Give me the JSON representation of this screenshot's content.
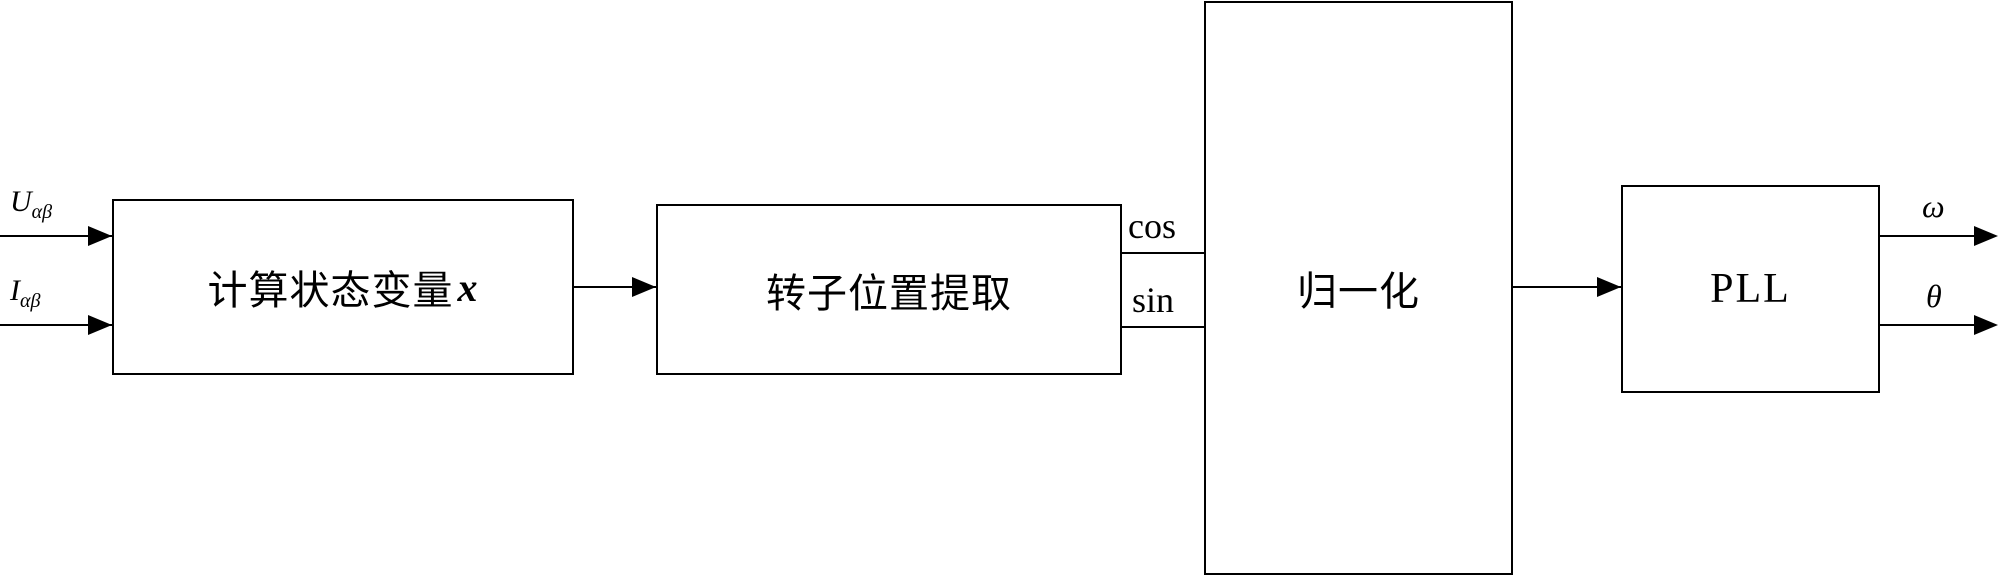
{
  "diagram": {
    "background_color": "#ffffff",
    "line_color": "#000000",
    "blocks": [
      {
        "id": "calc-state-variable",
        "label": "计算状态变量",
        "var": "x"
      },
      {
        "id": "rotor-position-extraction",
        "label": "转子位置提取"
      },
      {
        "id": "normalization",
        "label": "归一化"
      },
      {
        "id": "pll",
        "label": "PLL"
      }
    ],
    "inputs": [
      {
        "symbol": "U",
        "subscript": "αβ"
      },
      {
        "symbol": "I",
        "subscript": "αβ"
      }
    ],
    "mid_labels": [
      {
        "label": "cos"
      },
      {
        "label": "sin"
      }
    ],
    "outputs": [
      {
        "symbol": "ω"
      },
      {
        "symbol": "θ"
      }
    ]
  }
}
